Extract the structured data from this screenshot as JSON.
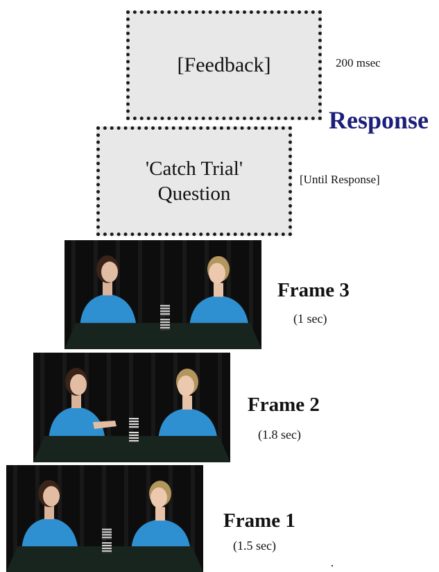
{
  "feedback": {
    "text": "[Feedback]",
    "duration": "200 msec"
  },
  "response_label": "Response",
  "catch_trial": {
    "line1": "'Catch Trial'",
    "line2": "Question",
    "duration": "[Until Response]"
  },
  "frames": [
    {
      "label": "Frame 3",
      "duration": "(1 sec)",
      "cups": 2,
      "left_gesture": false
    },
    {
      "label": "Frame 2",
      "duration": "(1.8 sec)",
      "cups": 2,
      "left_gesture": true
    },
    {
      "label": "Frame 1",
      "duration": "(1.5 sec)",
      "cups": 2,
      "left_gesture": false
    }
  ],
  "colors": {
    "response": "#1b1f7a",
    "shirt": "#2e8fd1",
    "table": "#17251e",
    "curtain": "#0d0d0d"
  }
}
